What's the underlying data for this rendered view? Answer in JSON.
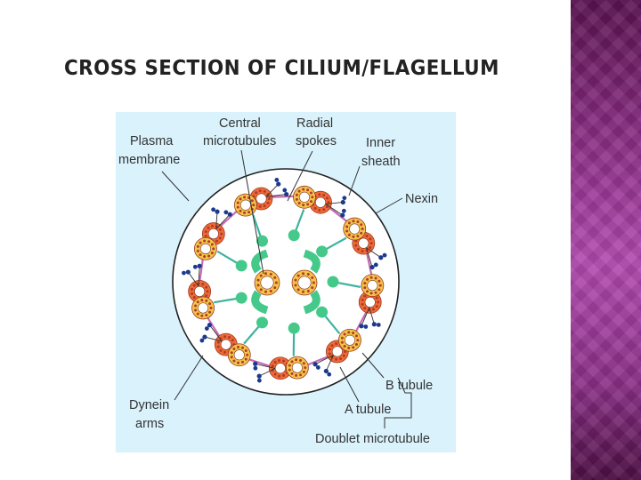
{
  "slide": {
    "title": "CROSS SECTION OF CILIUM/FLAGELLUM"
  },
  "diagram": {
    "labels": {
      "plasma_membrane_1": "Plasma",
      "plasma_membrane_2": "membrane",
      "central_microtubules_1": "Central",
      "central_microtubules_2": "microtubules",
      "radial_spokes_1": "Radial",
      "radial_spokes_2": "spokes",
      "inner_sheath_1": "Inner",
      "inner_sheath_2": "sheath",
      "nexin": "Nexin",
      "dynein_arms_1": "Dynein",
      "dynein_arms_2": "arms",
      "b_tubule": "B tubule",
      "a_tubule": "A tubule",
      "doublet_microtubule": "Doublet microtubule"
    }
  },
  "colors": {
    "panel_bg": "#d9f2fc",
    "b_tubule": "#f2c44a",
    "a_tubule": "#ef6a36",
    "dots": "#b23a2a",
    "spoke": "#3db39f",
    "central": "#45c98b",
    "dynein": "#1b3a8c",
    "nexin": "#c76bb5",
    "sidebar": "#8b2e85"
  }
}
